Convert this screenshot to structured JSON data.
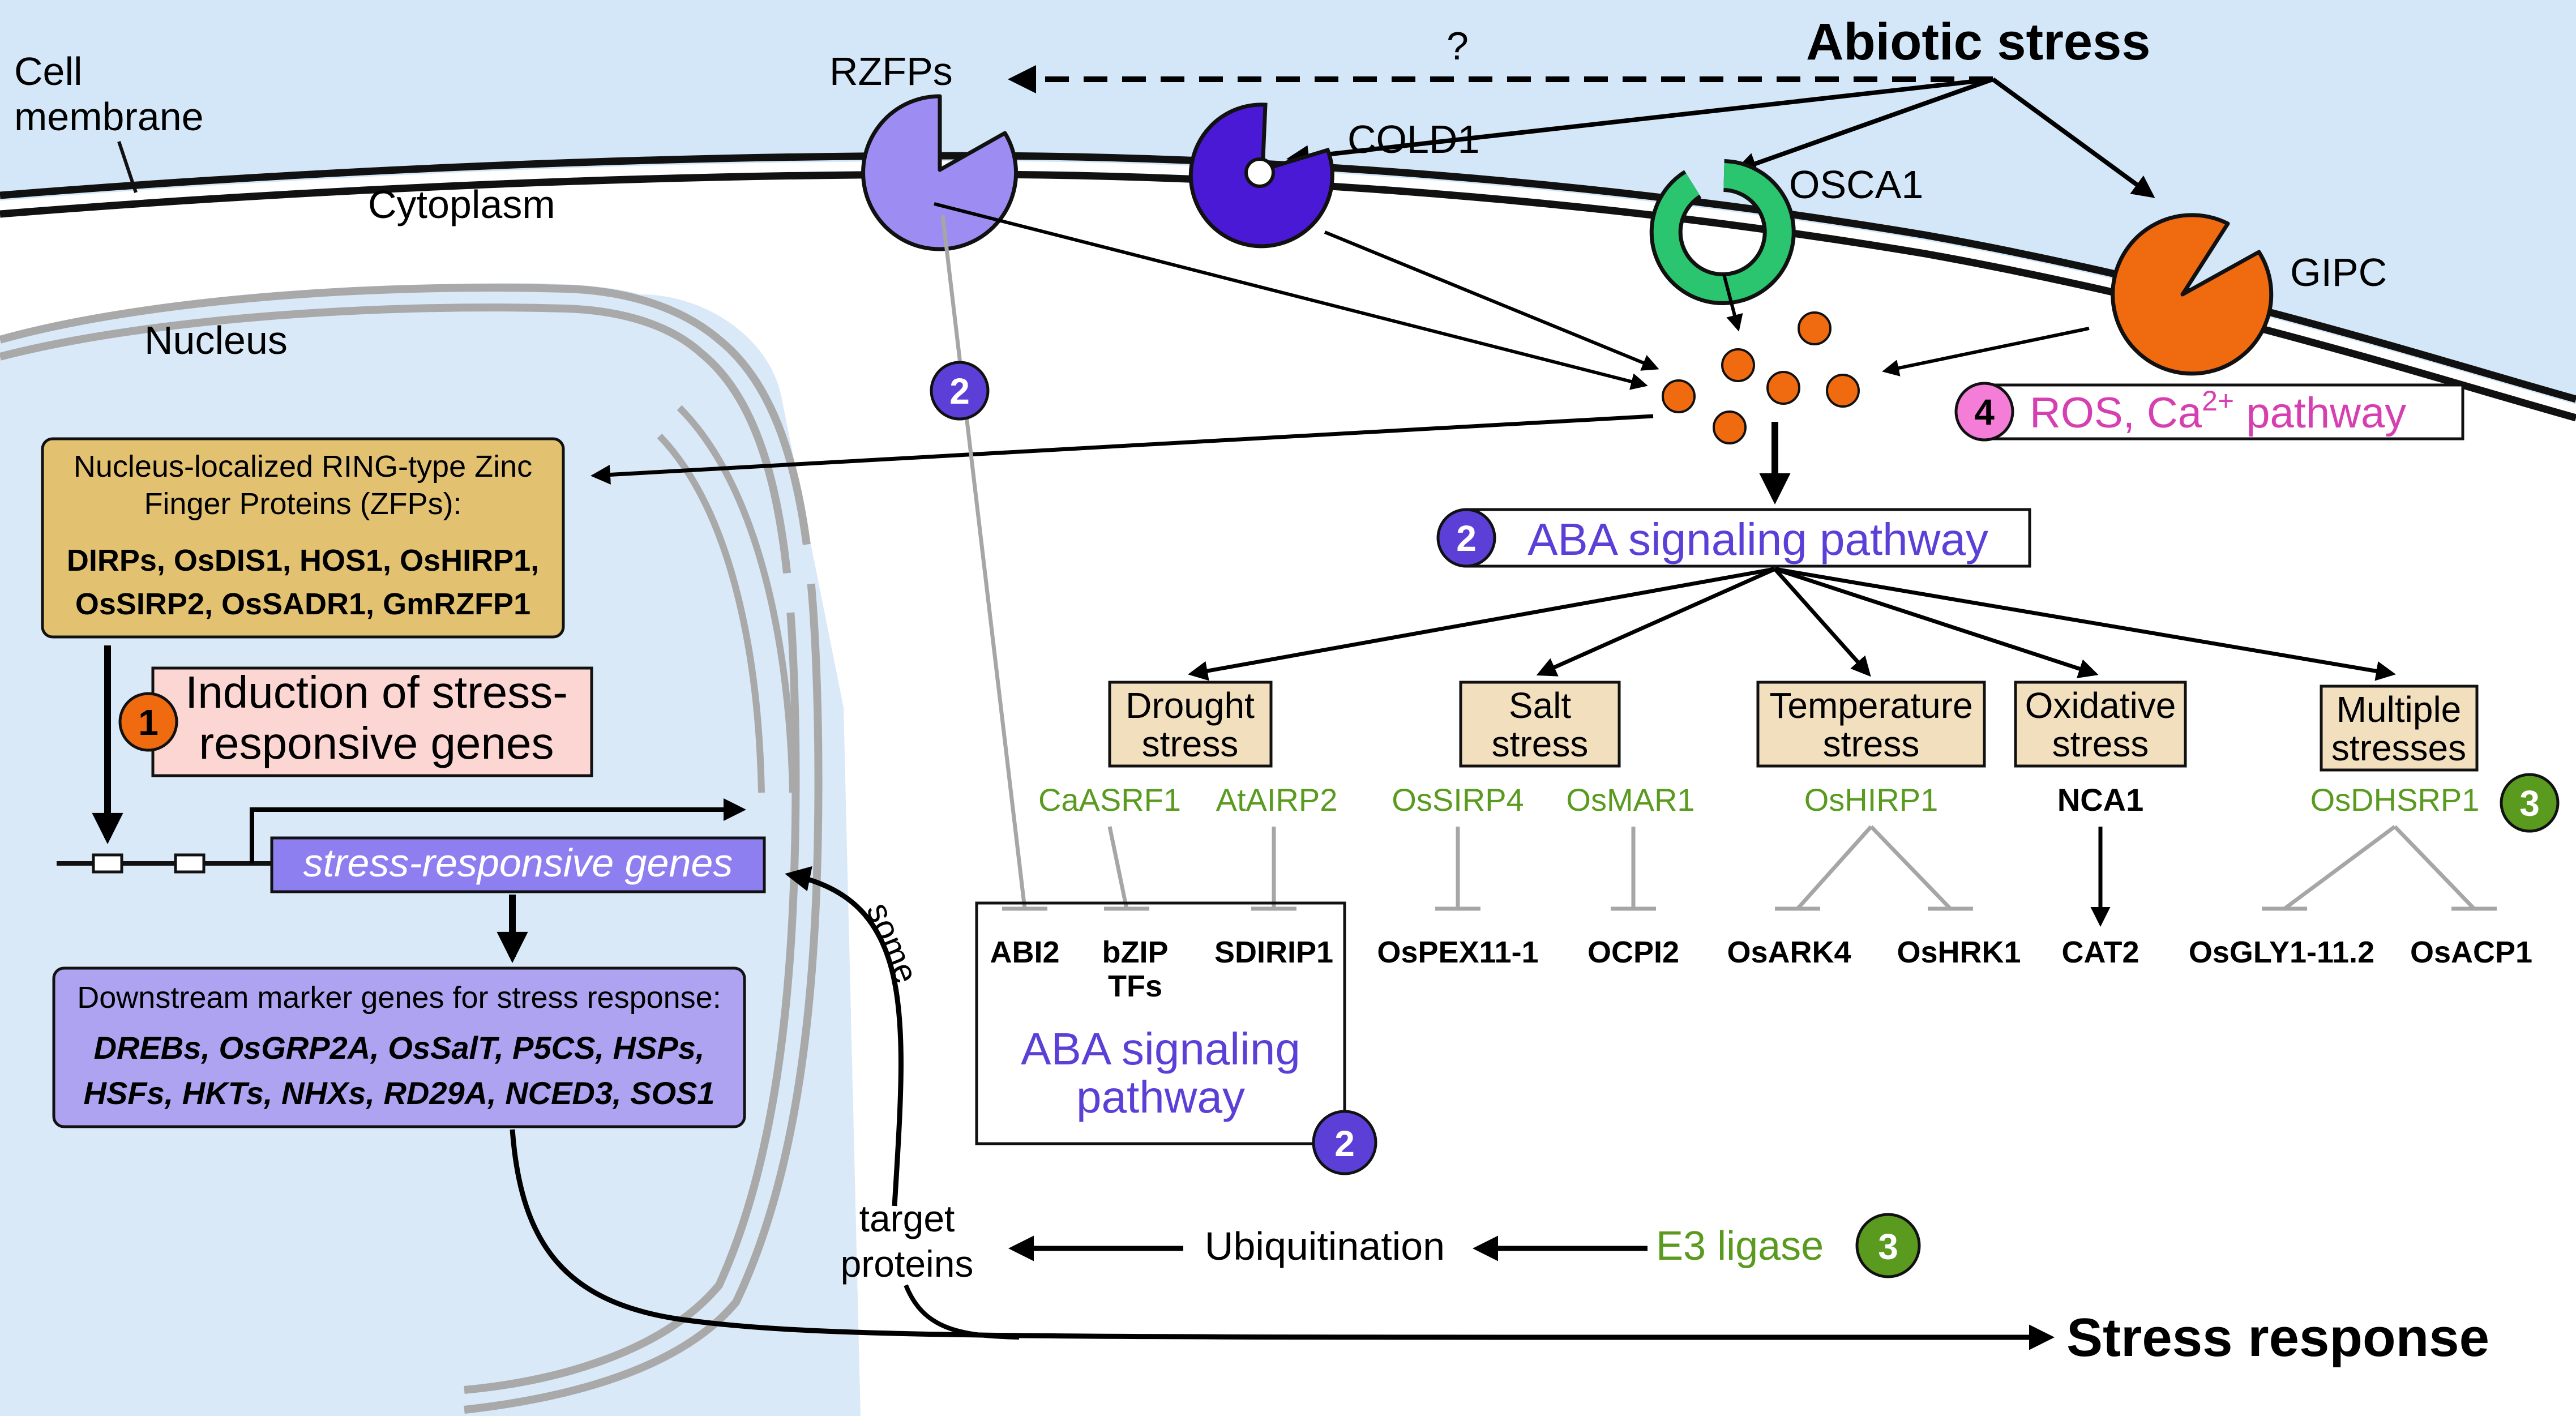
{
  "labels": {
    "cell_membrane_line1": "Cell",
    "cell_membrane_line2": "membrane",
    "cytoplasm": "Cytoplasm",
    "nucleus": "Nucleus",
    "abiotic_stress": "Abiotic stress",
    "question_mark": "?",
    "rzfps": "RZFPs",
    "cold1": "COLD1",
    "osca1": "OSCA1",
    "gipc": "GIPC",
    "ros_pathway_prefix": "ROS, Ca",
    "ros_pathway_sup": "2+",
    "ros_pathway_suffix": " pathway",
    "aba_pathway_top": "ABA signaling pathway",
    "aba_pathway_box_line1": "ABA signaling",
    "aba_pathway_box_line2": "pathway",
    "zfp_box_line1": "Nucleus-localized RING-type Zinc",
    "zfp_box_line2": "Finger Proteins (ZFPs):",
    "zfp_box_line3": "DIRPs, OsDIS1, HOS1, OsHIRP1,",
    "zfp_box_line4": "OsSIRP2, OsSADR1, GmRZFP1",
    "induction_line1": "Induction of stress-",
    "induction_line2": "responsive genes",
    "stress_genes": "stress-responsive genes",
    "some": "some",
    "downstream_line1": "Downstream marker genes for stress response:",
    "downstream_line2": "DREBs, OsGRP2A, OsSalT, P5CS, HSPs,",
    "downstream_line3": "HSFs, HKTs, NHXs, RD29A, NCED3, SOS1",
    "target_line1": "target",
    "target_line2": "proteins",
    "ubiquitination": "Ubiquitination",
    "e3_ligase": "E3 ligase",
    "stress_response": "Stress response"
  },
  "badges": {
    "b1": "1",
    "b2_left": "2",
    "b2_top": "2",
    "b2_box": "2",
    "b3_right": "3",
    "b3_e3": "3",
    "b4": "4"
  },
  "stress_boxes": [
    {
      "line1": "Drought",
      "line2": "stress"
    },
    {
      "line1": "Salt",
      "line2": "stress"
    },
    {
      "line1": "Temperature",
      "line2": "stress"
    },
    {
      "line1": "Oxidative",
      "line2": "stress"
    },
    {
      "line1": "Multiple",
      "line2": "stresses"
    }
  ],
  "regulators": {
    "caasrf1": "CaASRF1",
    "atairp2": "AtAIRP2",
    "ossirp4": "OsSIRP4",
    "osmar1": "OsMAR1",
    "oshirp1": "OsHIRP1",
    "nca1": "NCA1",
    "osdhsrp1": "OsDHSRP1"
  },
  "targets": {
    "abi2": "ABI2",
    "bzip_line1": "bZIP",
    "bzip_line2": "TFs",
    "sdirip1": "SDIRIP1",
    "ospex11": "OsPEX11-1",
    "ocpi2": "OCPI2",
    "osark4": "OsARK4",
    "oshrk1": "OsHRK1",
    "cat2": "CAT2",
    "osgly1": "OsGLY1-11.2",
    "osacp1": "OsACP1"
  },
  "colors": {
    "aba_purple": "#5b3fd6",
    "green": "#5a9a1f",
    "ros_magenta": "#d63fb0",
    "orange": "#f06a10",
    "tan_box": "#f2dfbd",
    "zfp_box": "#e2c271",
    "pink_box": "#fcd6d3",
    "lavender_box": "#ada3f0",
    "nucleus_fill": "#d9e9f8",
    "outside_fill": "#d3e7f8",
    "rzfp_fill": "#9d8cf2",
    "cold1_fill": "#4a19d6",
    "osca1_fill": "#2ac56e"
  }
}
